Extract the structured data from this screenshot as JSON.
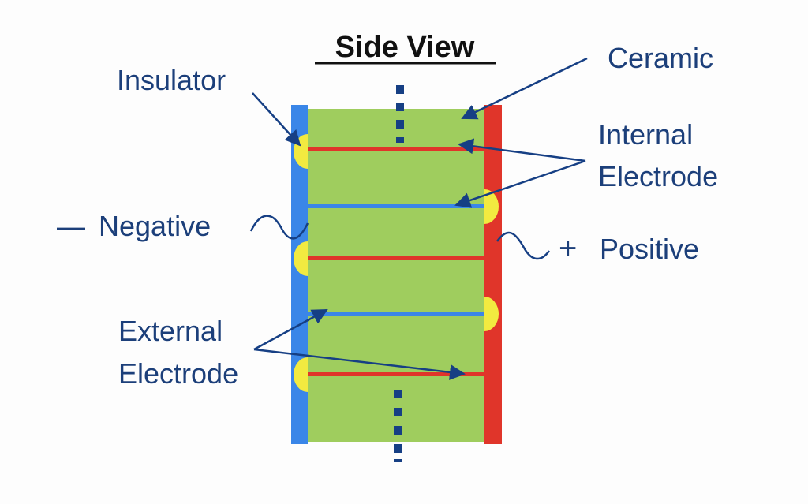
{
  "title": "Side View",
  "labels": {
    "ceramic": "Ceramic",
    "insulator": "Insulator",
    "internal_electrode_line1": "Internal",
    "internal_electrode_line2": "Electrode",
    "negative_sign": "—",
    "negative": "Negative",
    "positive_sign": "+",
    "positive": "Positive",
    "external_electrode_line1": "External",
    "external_electrode_line2": "Electrode"
  },
  "colors": {
    "label_text": "#1c3f7a",
    "arrow": "#163f84",
    "ceramic": "#9fcd5e",
    "negative_electrode": "#3a86e8",
    "positive_electrode": "#e0352a",
    "insulator": "#f2ea40",
    "title": "#111111"
  }
}
